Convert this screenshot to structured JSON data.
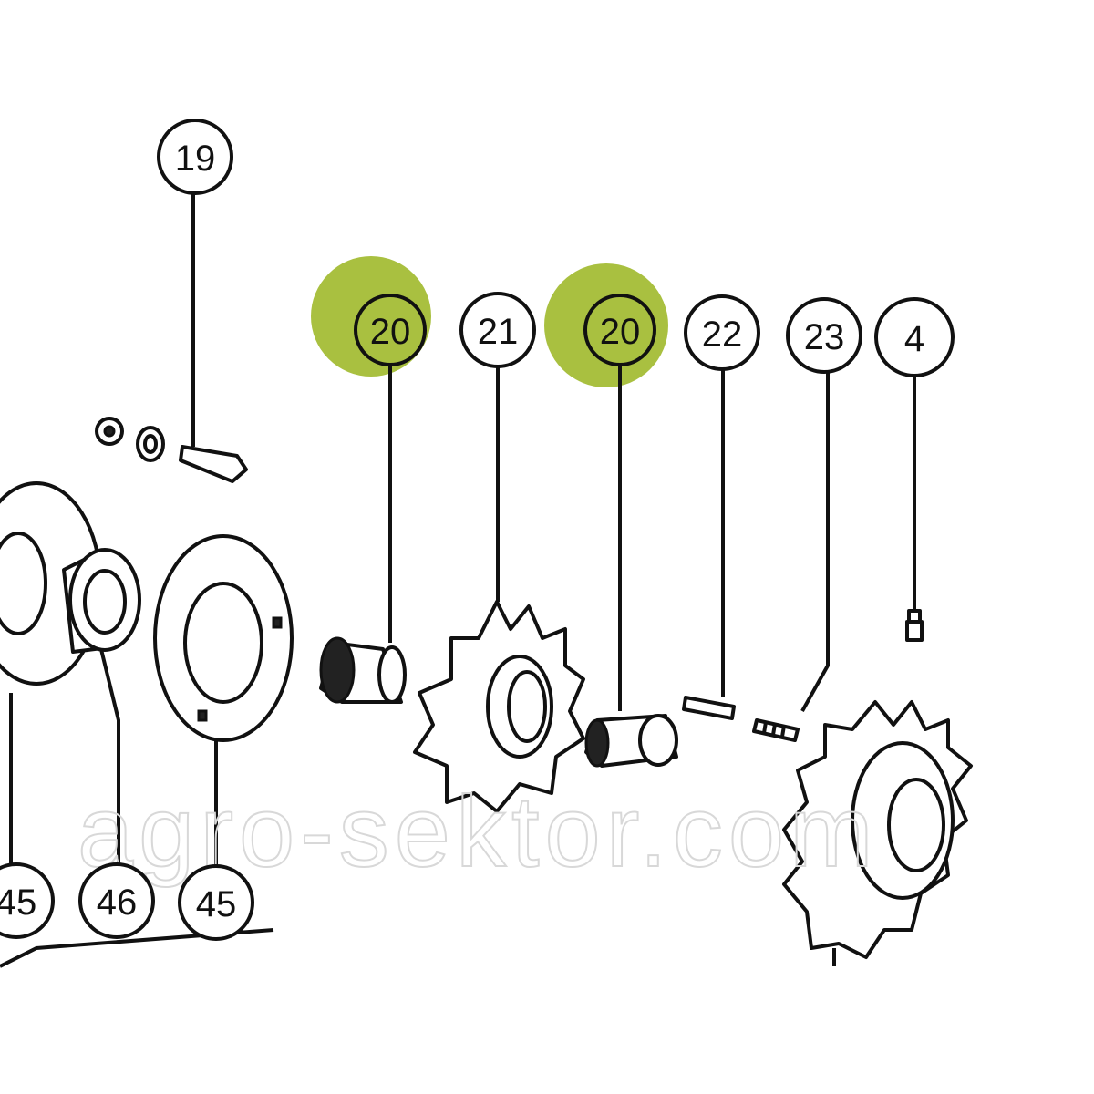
{
  "diagram": {
    "highlight_color": "#a9c040",
    "callouts": [
      {
        "id": "c19",
        "label": "19",
        "highlighted": false
      },
      {
        "id": "c20a",
        "label": "20",
        "highlighted": true
      },
      {
        "id": "c21",
        "label": "21",
        "highlighted": false
      },
      {
        "id": "c20b",
        "label": "20",
        "highlighted": true
      },
      {
        "id": "c22",
        "label": "22",
        "highlighted": false
      },
      {
        "id": "c23",
        "label": "23",
        "highlighted": false
      },
      {
        "id": "c4",
        "label": "4",
        "highlighted": false
      },
      {
        "id": "c45a",
        "label": "45",
        "highlighted": false
      },
      {
        "id": "c46",
        "label": "46",
        "highlighted": false
      },
      {
        "id": "c45b",
        "label": "45",
        "highlighted": false
      }
    ],
    "watermark": "agro-sektor.com"
  }
}
